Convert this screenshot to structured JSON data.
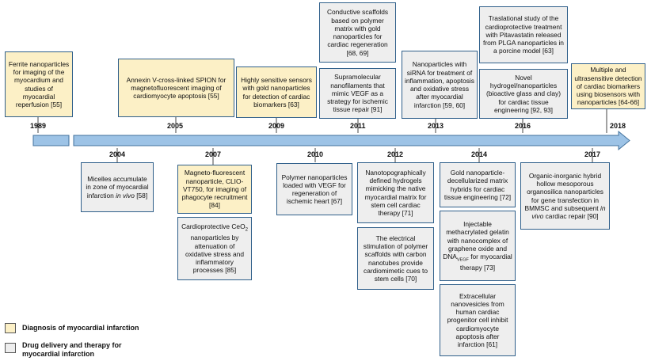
{
  "timeline": {
    "years": {
      "y1989": "1989",
      "y2004": "2004",
      "y2005": "2005",
      "y2007": "2007",
      "y2009": "2009",
      "y2010": "2010",
      "y2011": "2011",
      "y2012": "2012",
      "y2013": "2013",
      "y2014": "2014",
      "y2016": "2016",
      "y2017": "2017",
      "y2018": "2018"
    },
    "events": {
      "e1989": "Ferrite nanoparticles for imaging of the myocardium and studies of myocardial reperfusion  [55]",
      "e2005": "Annexin V-cross-linked SPION for magnetofluorescent imaging of cardiomyocyte apoptosis [55]",
      "e2009": "Highly sensitive sensors with gold nanoparticles for detection of cardiac biomarkers [63]",
      "e2011a": "Conductive scaffolds based on polymer matrix with gold nanoparticles for cardiac regeneration [68, 69]",
      "e2011b": "Supramolecular nanofilaments that mimic VEGF as a strategy for ischemic tissue repair [91]",
      "e2013": "Nanoparticles with siRNA for treatment of inflammation, apoptosis and oxidative stress after myocardial infarction [59, 60]",
      "e2016a": "Traslational study of the cardioprotective treatment with Pitavastatin released from PLGA nanoparticles in a porcine model  [63]",
      "e2016b": "Novel hydrogel/nanoparticles (bioactive glass and clay)  for cardiac tissue engineering [92, 93]",
      "e2018": "Multiple and ultrasensitive detection of cardiac biomarkers using biosensors with nanoparticles [64-66]",
      "e2004_pre": "Micelles accumulate in zone of myocardial infarction ",
      "e2004_italic": "in vivo",
      "e2004_post": " [58]",
      "e2007a": "Magneto-fluorescent nanoparticle, CLIO-VT750, for imaging of phagocyte recruitment [84]",
      "e2007b_pre": "Cardioprotective CeO",
      "e2007b_sub": "2",
      "e2007b_post": " nanoparticles by attenuation of oxidative stress and inflammatory processes [85]",
      "e2010": "Polymer nanoparticles loaded with VEGF for regeneration of ischemic heart [67]",
      "e2012a": "Nanotopographically defined hydrogels mimicking the native myocardial matrix for stem cell cardiac therapy   [71]",
      "e2012b": "The electrical stimulation of polymer scaffolds with carbon nanotubes provide cardiomimetic cues to stem cells [70]",
      "e2014a": "Gold nanoparticle-decellularized matrix hybrids for cardiac tissue engineering [72]",
      "e2014b_pre": "Injectable methacrylated gelatin with nanocomplex of graphene oxide and DNA",
      "e2014b_sub": "VEGF",
      "e2014b_post": " for myocardial therapy [73]",
      "e2014c": "Extracellular nanovesicles from human cardiac progenitor cell inhibit cardiomyocyte apoptosis after infarction [61]",
      "e2017_pre": "Organic-inorganic hybrid hollow mesoporous organosilica nanoparticles for gene transfection in BMMSC and subsequent ",
      "e2017_italic": "in vivo",
      "e2017_post": " cardiac repair [90]"
    }
  },
  "legend": {
    "diagnosis": "Diagnosis of myocardial infarction",
    "therapy": "Drug delivery and therapy for myocardial infarction"
  },
  "colors": {
    "diagnosis_fill": "#fcf0c6",
    "therapy_fill": "#eeeeee",
    "arrow_fill": "#9dc3e6",
    "arrow_stroke": "#41719c",
    "box_border": "#2f5f8a"
  }
}
